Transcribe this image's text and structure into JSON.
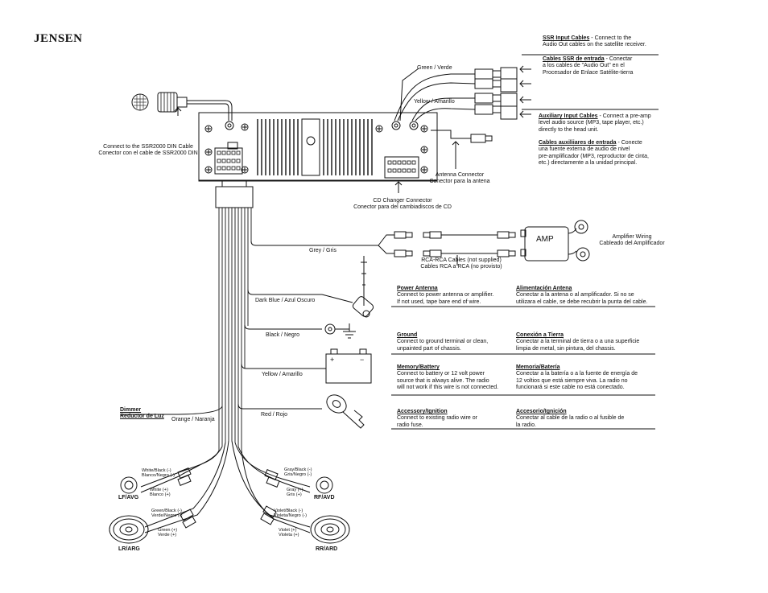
{
  "brand": "JENSEN",
  "ssr_input": {
    "title_en": "SSR Input Cables",
    "text_en": [
      "- Connect to the",
      "Audio Out cables on the satellite receiver."
    ],
    "title_es": "Cables SSR de entrada",
    "text_es": [
      "- Conectar",
      "a los cables de \"Audio Out\" en el",
      "Procesador de Enlace Satélite-tierra"
    ]
  },
  "aux_input": {
    "title_en": "Auxiliary Input Cables",
    "text_en": [
      "- Connect a pre-amp",
      "level audio source (MP3, tape player, etc.)",
      "directly to the head unit."
    ],
    "title_es": "Cables auxiliiares de entrada",
    "text_es": [
      "- Conecte",
      "una fuente externa de audio de nivel",
      "pre-amplificador (MP3, reproductor de cinta,",
      "etc.) directamente a la unidad principal."
    ]
  },
  "labels": {
    "green": "Green / Verde",
    "yellow_rca": "Yellow / Amarillo",
    "ssr2000_en": "Connect to the SSR2000 DIN Cable",
    "ssr2000_es": "Conector con el cable de SSR2000 DIN",
    "antenna_en": "Antenna Connector",
    "antenna_es": "Conector para la antena",
    "cdc_en": "CD Changer Connector",
    "cdc_es": "Conector para del cambiadiscos de CD",
    "amp_wiring_en": "Amplifier Wiring",
    "amp_wiring_es": "Cableado del Amplificador",
    "amp": "AMP",
    "rca_en": "RCA-RCA Cables (not supplied)",
    "rca_es": "Cables RCA a RCA (no provisto)",
    "grey": "Grey / Gris",
    "dark_blue": "Dark Blue / Azul Oscuro",
    "black": "Black / Negro",
    "yellow": "Yellow / Amarillo",
    "red": "Red / Rojo",
    "orange": "Orange / Naranja",
    "dimmer_en": "Dimmer",
    "dimmer_es": "Reductor de Luz"
  },
  "wire_table": [
    {
      "title_en": "Power Antenna",
      "text_en": [
        "Connect to power antenna or amplifier.",
        "If not used, tape bare end of wire."
      ],
      "title_es": "Alimentación Antena",
      "text_es": [
        "Conectar a la antena o al amplificador.  Si no se",
        "utilizara el cable, se debe recubrir la punta del cable."
      ]
    },
    {
      "title_en": "Ground",
      "text_en": [
        "Connect to ground terminal or clean,",
        "unpainted part of chassis."
      ],
      "title_es": "Conexión a Tierra",
      "text_es": [
        "Conectar a la terminal de tierra o a una superficie",
        "limpia de metal, sin pintura, del chassis."
      ]
    },
    {
      "title_en": "Memory/Battery",
      "text_en": [
        "Connect to battery or 12 volt power",
        "source that is always alive.  The radio",
        "will not work if this wire is not connected."
      ],
      "title_es": "Memoria/Batería",
      "text_es": [
        "Conectar a la batería o a la fuente de energía de",
        "12 voltios que está siempre viva.  La radio no",
        "funcionará si este cable no está conectado."
      ]
    },
    {
      "title_en": "Accessory/Ignition",
      "text_en": [
        "Connect to existing radio wire or",
        "radio fuse."
      ],
      "title_es": "Accesorio/Ignición",
      "text_es": [
        "Conectar al cable de la radio o al fusible de",
        "la radio."
      ]
    }
  ],
  "speakers": {
    "lf": {
      "code": "LF/AVG",
      "neg_en": "White/Black (-)",
      "neg_es": "Blanco/Negro (-)",
      "pos_en": "White (+)",
      "pos_es": "Blanco (+)"
    },
    "rf": {
      "code": "RF/AVD",
      "neg_en": "Gray/Black (-)",
      "neg_es": "Gris/Negro (-)",
      "pos_en": "Gray (+)",
      "pos_es": "Gris (+)"
    },
    "lr": {
      "code": "LR/ARG",
      "neg_en": "Green/Black (-)",
      "neg_es": "Verde/Negro (-)",
      "pos_en": "Green (+)",
      "pos_es": "Verde (+)"
    },
    "rr": {
      "code": "RR/ARD",
      "neg_en": "Violet/Black (-)",
      "neg_es": "Violeta/Negro (-)",
      "pos_en": "Violet (+)",
      "pos_es": "Violeta (+)"
    }
  },
  "battery_symbols": {
    "plus": "+",
    "minus": "−"
  }
}
